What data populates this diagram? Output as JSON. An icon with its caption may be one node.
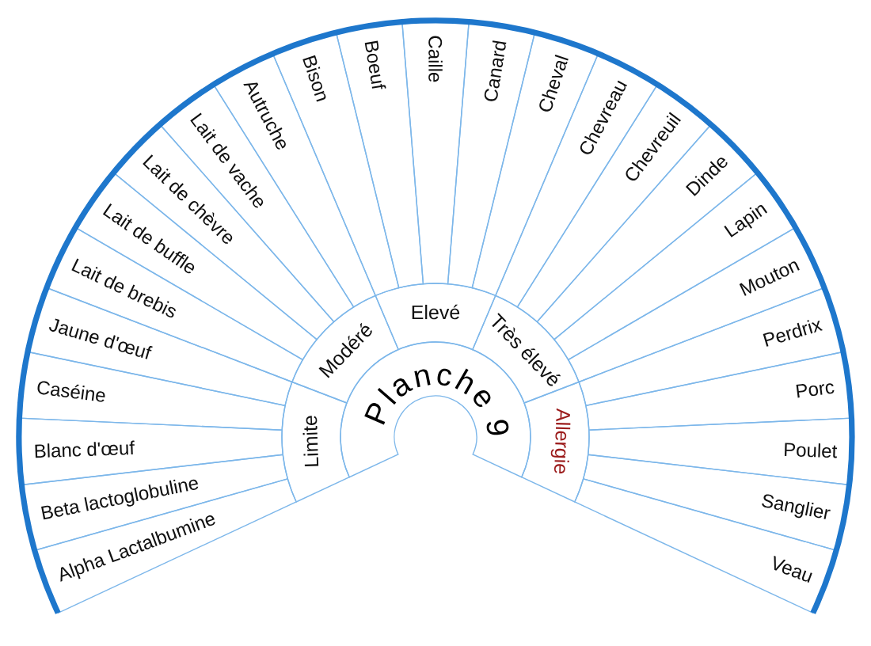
{
  "diagram": {
    "nodes": [
      {
        "text": [
          "Planche 9"
        ]
      },
      {
        "text": [
          "Limite"
        ]
      },
      {
        "text": [
          "Modéré"
        ]
      },
      {
        "text": [
          "Elevé"
        ]
      },
      {
        "text": [
          "Très élevé"
        ]
      },
      {
        "text": [
          "Allergie"
        ]
      },
      {
        "text": [
          "Alpha Lactalbumine"
        ]
      },
      {
        "text": [
          "Beta lactoglobuline"
        ]
      },
      {
        "text": [
          "Blanc d'œuf"
        ]
      },
      {
        "text": [
          "Caséine"
        ]
      },
      {
        "text": [
          "Jaune d'œuf"
        ]
      },
      {
        "text": [
          "Lait de brebis"
        ]
      },
      {
        "text": [
          "Lait de buffle"
        ]
      },
      {
        "text": [
          "Lait de chèvre"
        ]
      },
      {
        "text": [
          "Lait de vache"
        ]
      },
      {
        "text": [
          "Autruche"
        ]
      },
      {
        "text": [
          "Bison"
        ]
      },
      {
        "text": [
          "Boeuf"
        ]
      },
      {
        "text": [
          "Caille"
        ]
      },
      {
        "text": [
          "Canard"
        ]
      },
      {
        "text": [
          "Cheval"
        ]
      },
      {
        "text": [
          "Chevreau"
        ]
      },
      {
        "text": [
          "Chevreuil"
        ]
      },
      {
        "text": [
          "Dinde"
        ]
      },
      {
        "text": [
          "Lapin"
        ]
      },
      {
        "text": [
          "Mouton"
        ]
      },
      {
        "text": [
          "Perdrix"
        ]
      },
      {
        "text": [
          "Porc"
        ]
      },
      {
        "text": [
          "Poulet"
        ]
      },
      {
        "text": [
          "Sanglier"
        ]
      },
      {
        "text": [
          "Veau"
        ]
      }
    ]
  }
}
